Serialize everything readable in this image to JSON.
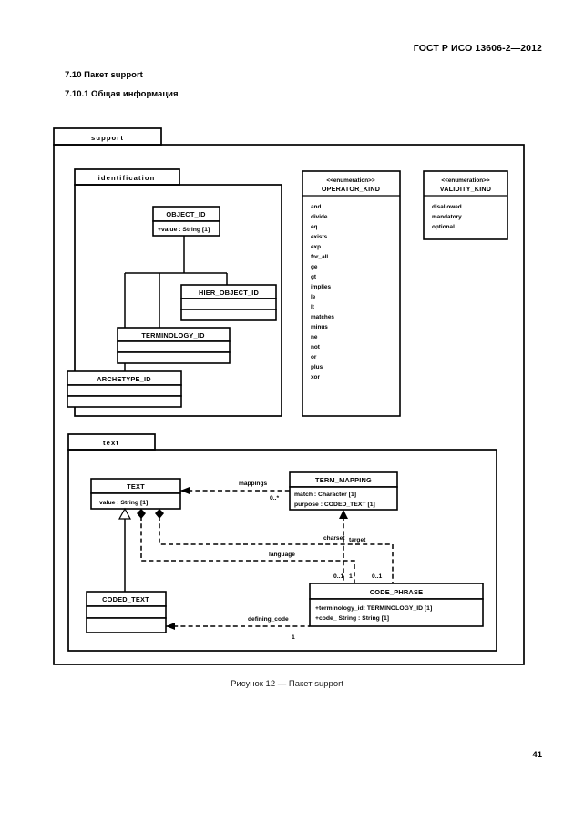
{
  "document": {
    "header": "ГОСТ Р ИСО 13606-2—2012",
    "sections": [
      {
        "id": "sec-1",
        "text": "7.10 Пакет support"
      },
      {
        "id": "sec-2",
        "text": "7.10.1 Общая информация"
      }
    ],
    "figure_caption": "Рисунок 12 — Пакет support",
    "page_number": "41"
  },
  "diagram": {
    "type": "uml-class-diagram",
    "packages": {
      "outer": "support",
      "identification": "identification",
      "text": "text"
    },
    "classes": {
      "object_id": {
        "name": "OBJECT_ID",
        "attributes": [
          "+value : String [1]"
        ]
      },
      "hier_object_id": {
        "name": "HIER_OBJECT_ID",
        "attributes": []
      },
      "terminology_id": {
        "name": "TERMINOLOGY_ID",
        "attributes": []
      },
      "archetype_id": {
        "name": "ARCHETYPE_ID",
        "attributes": []
      },
      "text": {
        "name": "TEXT",
        "attributes": [
          "value : String [1]"
        ]
      },
      "coded_text": {
        "name": "CODED_TEXT",
        "attributes": []
      },
      "term_mapping": {
        "name": "TERM_MAPPING",
        "attributes": [
          "match : Character [1]",
          "purpose : CODED_TEXT [1]"
        ]
      },
      "code_phrase": {
        "name": "CODE_PHRASE",
        "attributes": [
          "+terminology_id: TERMINOLOGY_ID [1]",
          "+code_ String : String [1]"
        ]
      }
    },
    "enumerations": [
      {
        "stereotype": "<<enumeration>>",
        "name": "OPERATOR_KIND",
        "literals": [
          "and",
          "divide",
          "eq",
          "exists",
          "exp",
          "for_all",
          "ge",
          "gt",
          "implies",
          "le",
          "lt",
          "matches",
          "minus",
          "ne",
          "not",
          "or",
          "plus",
          "xor"
        ]
      },
      {
        "stereotype": "<<enumeration>>",
        "name": "VALIDITY_KIND",
        "literals": [
          "disallowed",
          "mandatory",
          "optional"
        ]
      }
    ],
    "associations": [
      {
        "role": "mappings",
        "multiplicity": "0..*"
      },
      {
        "role": "charset",
        "multiplicity": "0..1"
      },
      {
        "role": "language",
        "multiplicity": "0..1"
      },
      {
        "role": "target",
        "multiplicity": "1"
      },
      {
        "role": "defining_code",
        "multiplicity": "1"
      }
    ]
  }
}
